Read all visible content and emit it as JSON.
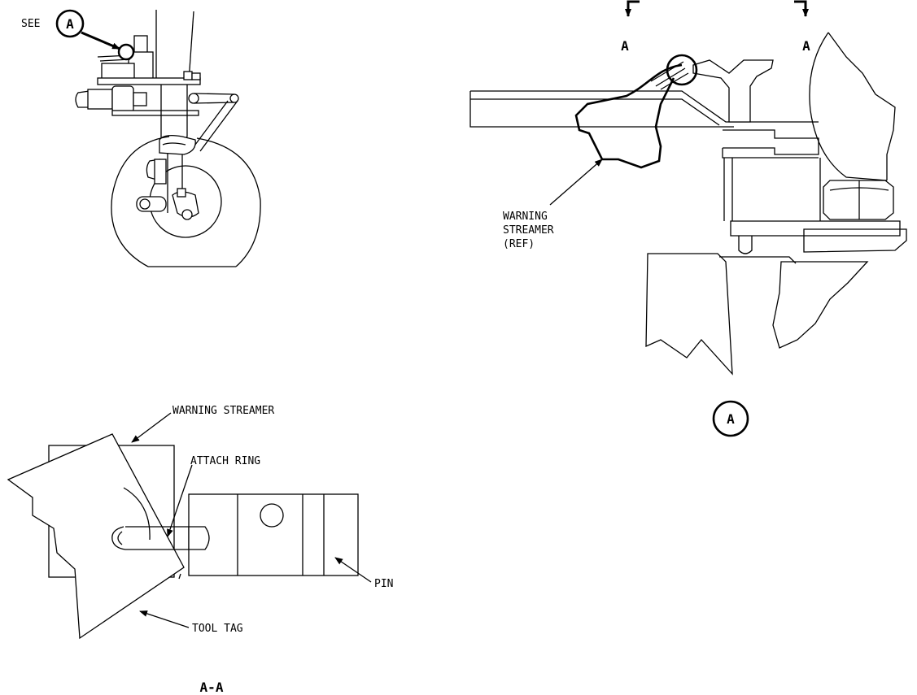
{
  "labels": {
    "see": "SEE",
    "detail_letter": "A",
    "warning_streamer_ref_line1": "WARNING",
    "warning_streamer_ref_line2": "STREAMER",
    "warning_streamer_ref_line3": "(REF)",
    "section_left": "A",
    "section_right": "A",
    "detail_callout": "A",
    "warning_streamer": "WARNING STREAMER",
    "attach_ring": "ATTACH RING",
    "pin": "PIN",
    "tool_tag": "TOOL TAG",
    "section_view": "A-A"
  }
}
